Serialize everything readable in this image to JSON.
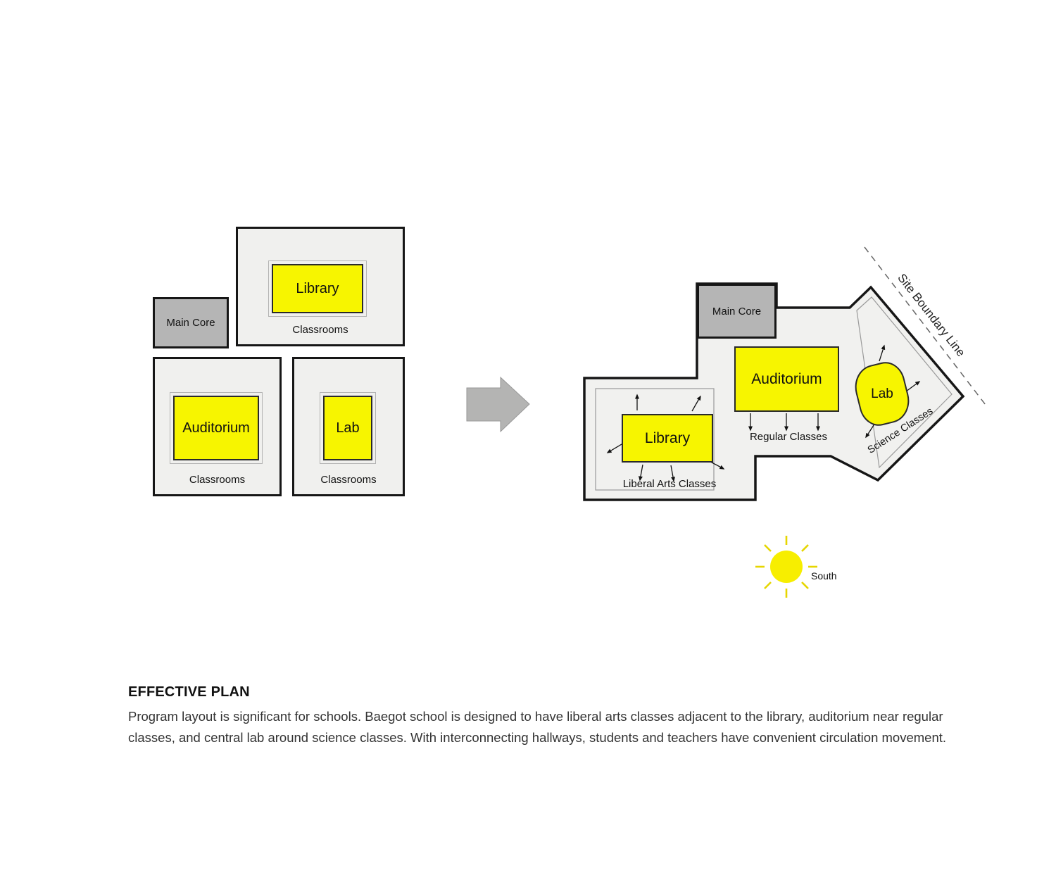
{
  "colors": {
    "program_yellow": "#f7f500",
    "core_gray": "#b5b5b5",
    "block_fill": "#f0f0ee",
    "outline_black": "#161616",
    "big_arrow_gray": "#b4b4b3",
    "sun_yellow": "#f7ee00"
  },
  "before": {
    "library_block": {
      "program": "Library",
      "label": "Classrooms"
    },
    "main_core": "Main Core",
    "auditorium_block": {
      "program": "Auditorium",
      "label": "Classrooms"
    },
    "lab_block": {
      "program": "Lab",
      "label": "Classrooms"
    }
  },
  "after": {
    "main_core": "Main Core",
    "auditorium": "Auditorium",
    "library": "Library",
    "lab": "Lab",
    "regular_classes": "Regular Classes",
    "science_classes": "Science Classes",
    "liberal_arts_classes": "Liberal Arts Classes",
    "site_boundary_line": "Site Boundary Line",
    "south": "South"
  },
  "caption": {
    "title": "EFFECTIVE PLAN",
    "body": "Program layout is significant for schools. Baegot school is designed to have liberal arts classes adjacent to the library, auditorium near regular classes, and central lab around science classes. With interconnecting hallways, students and teachers have convenient circulation movement."
  }
}
